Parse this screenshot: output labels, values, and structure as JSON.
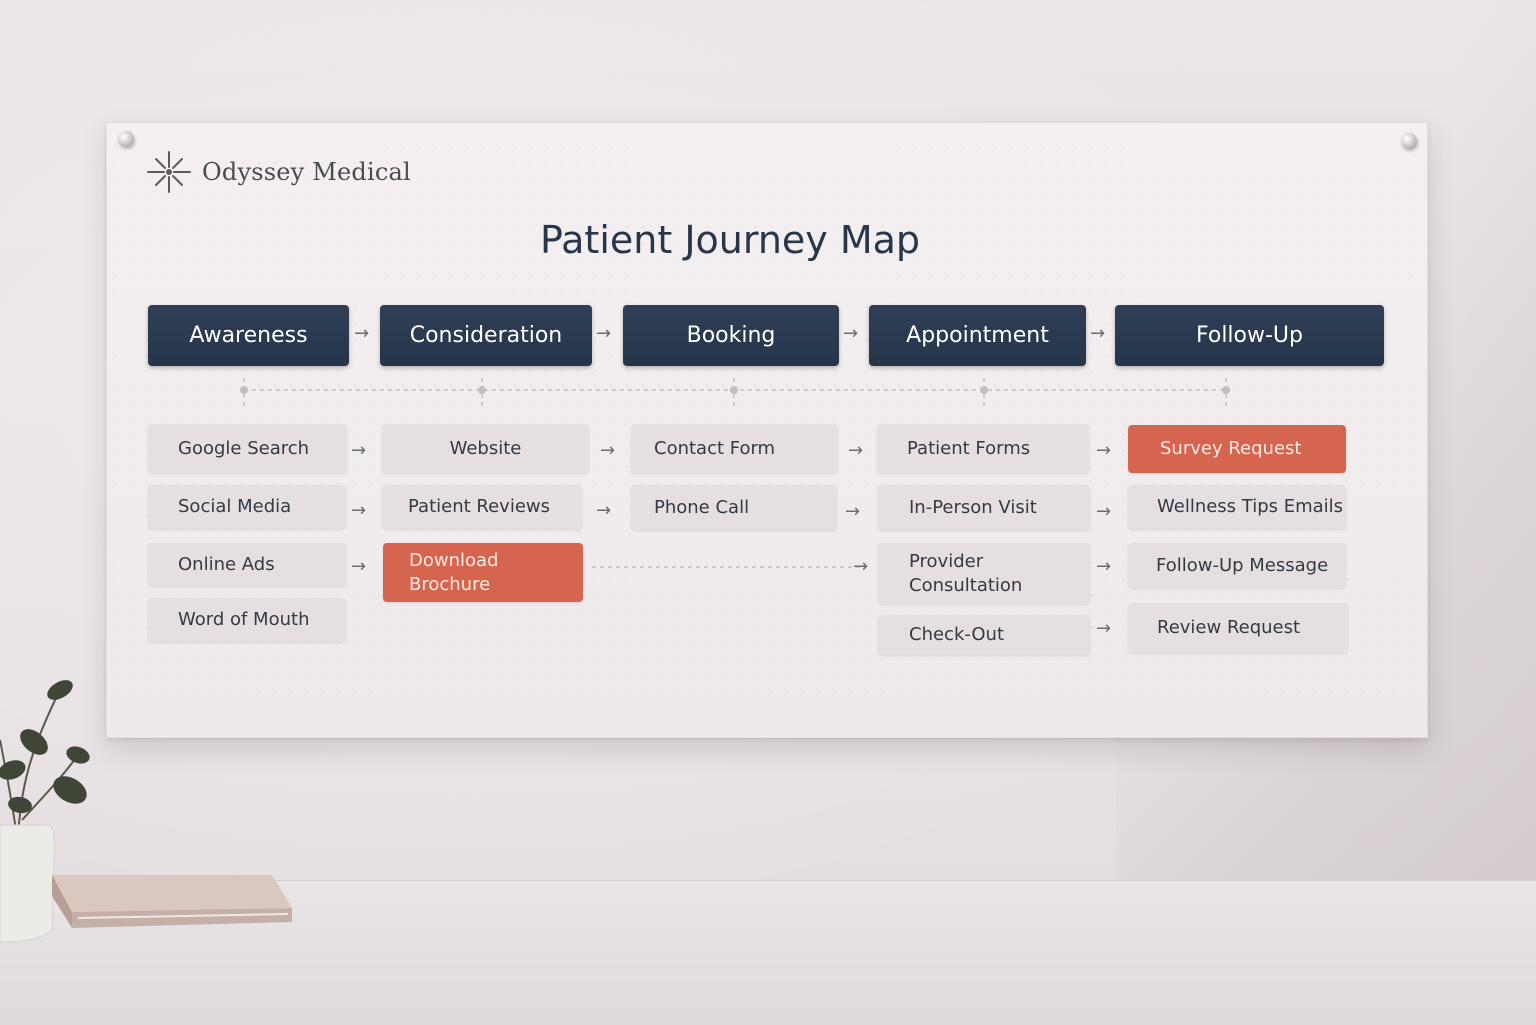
{
  "brand": {
    "name": "Odyssey Medical",
    "icon": "flower-logo-icon"
  },
  "title": "Patient Journey Map",
  "stages": [
    "Awareness",
    "Consideration",
    "Booking",
    "Appointment",
    "Follow-Up"
  ],
  "columns": {
    "awareness": [
      "Google Search",
      "Social Media",
      "Online Ads",
      "Word of Mouth"
    ],
    "consideration": [
      "Website",
      "Patient Reviews",
      "Download Brochure"
    ],
    "booking": [
      "Contact Form",
      "Phone Call"
    ],
    "appointment": [
      "Patient Forms",
      "In-Person Visit",
      "Provider Consultation",
      "Check-Out"
    ],
    "followup": [
      "Survey Request",
      "Wellness Tips Emails",
      "Follow-Up Message",
      "Review Request"
    ]
  },
  "highlighted": [
    "Download Brochure",
    "Survey Request"
  ],
  "colors": {
    "stage_fill": "#2b3a50",
    "step_fill": "#e6dfe1",
    "highlight_fill": "#d5654e",
    "title_text": "#28364a"
  },
  "arrow_glyph": "→"
}
